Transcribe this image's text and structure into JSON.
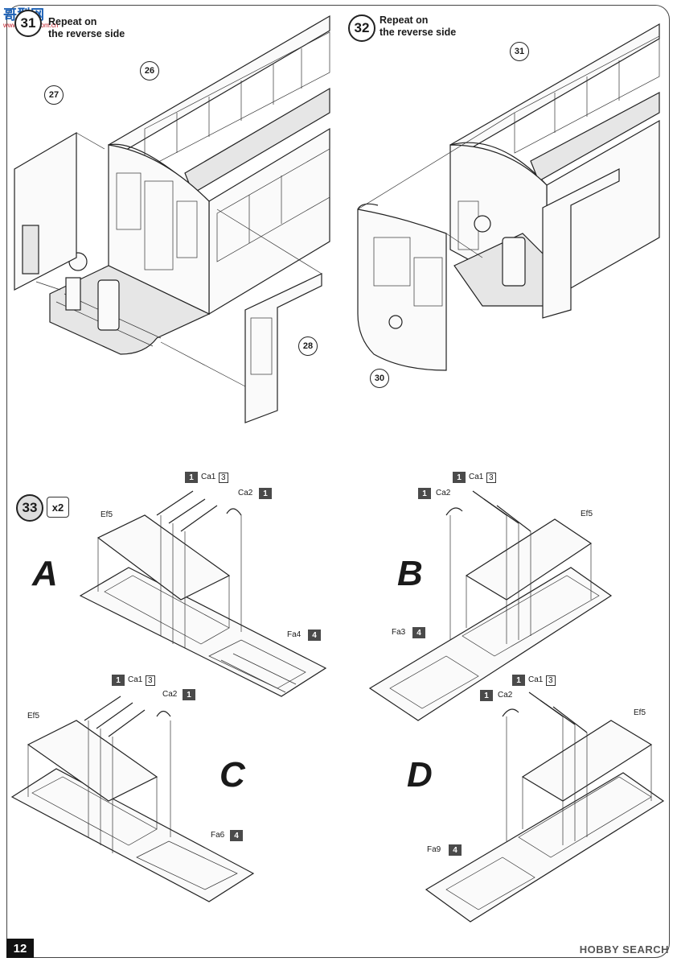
{
  "watermark": {
    "text": "哥型网",
    "sub": "www.hobby.com.cn"
  },
  "step31": {
    "number": "31",
    "title_line1": "Repeat on",
    "title_line2": "the reverse side"
  },
  "step32": {
    "number": "32",
    "title_line1": "Repeat on",
    "title_line2": "the reverse side"
  },
  "parts_top": {
    "p26": "26",
    "p27": "27",
    "p28": "28",
    "p30": "30",
    "p31": "31"
  },
  "step33": {
    "number": "33",
    "multiplier": "x2"
  },
  "variants": {
    "A": {
      "letter": "A",
      "ef": "Ef5",
      "ca1": "Ca1",
      "ca1_qty": "3",
      "ca1_sprue": "1",
      "ca2": "Ca2",
      "ca2_sprue": "1",
      "base": "Fa4",
      "base_sprue": "4"
    },
    "B": {
      "letter": "B",
      "ef": "Ef5",
      "ca1": "Ca1",
      "ca1_qty": "3",
      "ca1_sprue": "1",
      "ca2": "Ca2",
      "ca2_sprue": "1",
      "base": "Fa3",
      "base_sprue": "4"
    },
    "C": {
      "letter": "C",
      "ef": "Ef5",
      "ca1": "Ca1",
      "ca1_qty": "3",
      "ca1_sprue": "1",
      "ca2": "Ca2",
      "ca2_sprue": "1",
      "base": "Fa6",
      "base_sprue": "4"
    },
    "D": {
      "letter": "D",
      "ef": "Ef5",
      "ca1": "Ca1",
      "ca1_qty": "3",
      "ca1_sprue": "1",
      "ca2": "Ca2",
      "ca2_sprue": "1",
      "base": "Fa9",
      "base_sprue": "4"
    }
  },
  "footer": {
    "page_number": "12",
    "brand": "HOBBY SEARCH"
  }
}
